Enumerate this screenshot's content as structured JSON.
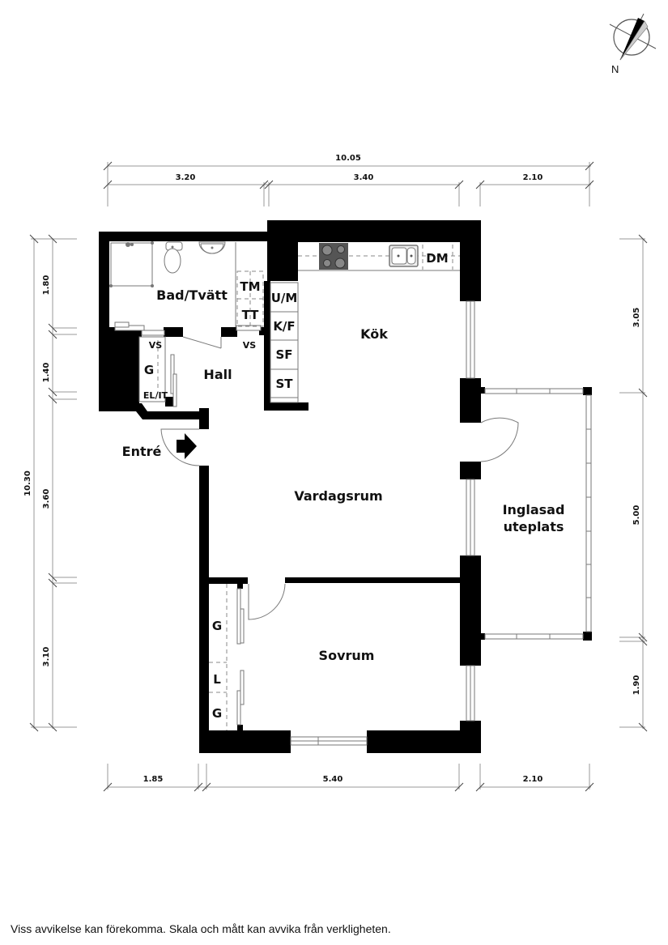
{
  "compass": {
    "north_label": "N"
  },
  "dimensions": {
    "top_total": "10.05",
    "top_segments": [
      "3.20",
      "3.40",
      "2.10"
    ],
    "bottom_segments": [
      "1.85",
      "5.40",
      "2.10"
    ],
    "left_total": "10.30",
    "left_segments": [
      "1.80",
      "1.40",
      "3.60",
      "3.10"
    ],
    "right_segments": [
      "3.05",
      "5.00",
      "1.90"
    ]
  },
  "rooms": {
    "bath": "Bad/Tvätt",
    "kitchen": "Kök",
    "hall": "Hall",
    "entrance": "Entré",
    "living": "Vardagsrum",
    "bedroom": "Sovrum",
    "patio_line1": "Inglasad",
    "patio_line2": "uteplats"
  },
  "fixtures": {
    "washing_machine": "TM",
    "dryer": "TT",
    "oven_micro": "U/M",
    "fridge_freezer": "K/F",
    "freezer": "SF",
    "storage": "ST",
    "dishwasher": "DM",
    "water_heater_1": "VS",
    "water_heater_2": "VS",
    "hall_closet": "G",
    "electric_it": "EL/IT",
    "bedroom_closet_1": "G",
    "bedroom_linen": "L",
    "bedroom_closet_2": "G"
  },
  "footer": {
    "disclaimer": "Viss avvikelse kan förekomma. Skala och mått kan avvika från verkligheten."
  }
}
